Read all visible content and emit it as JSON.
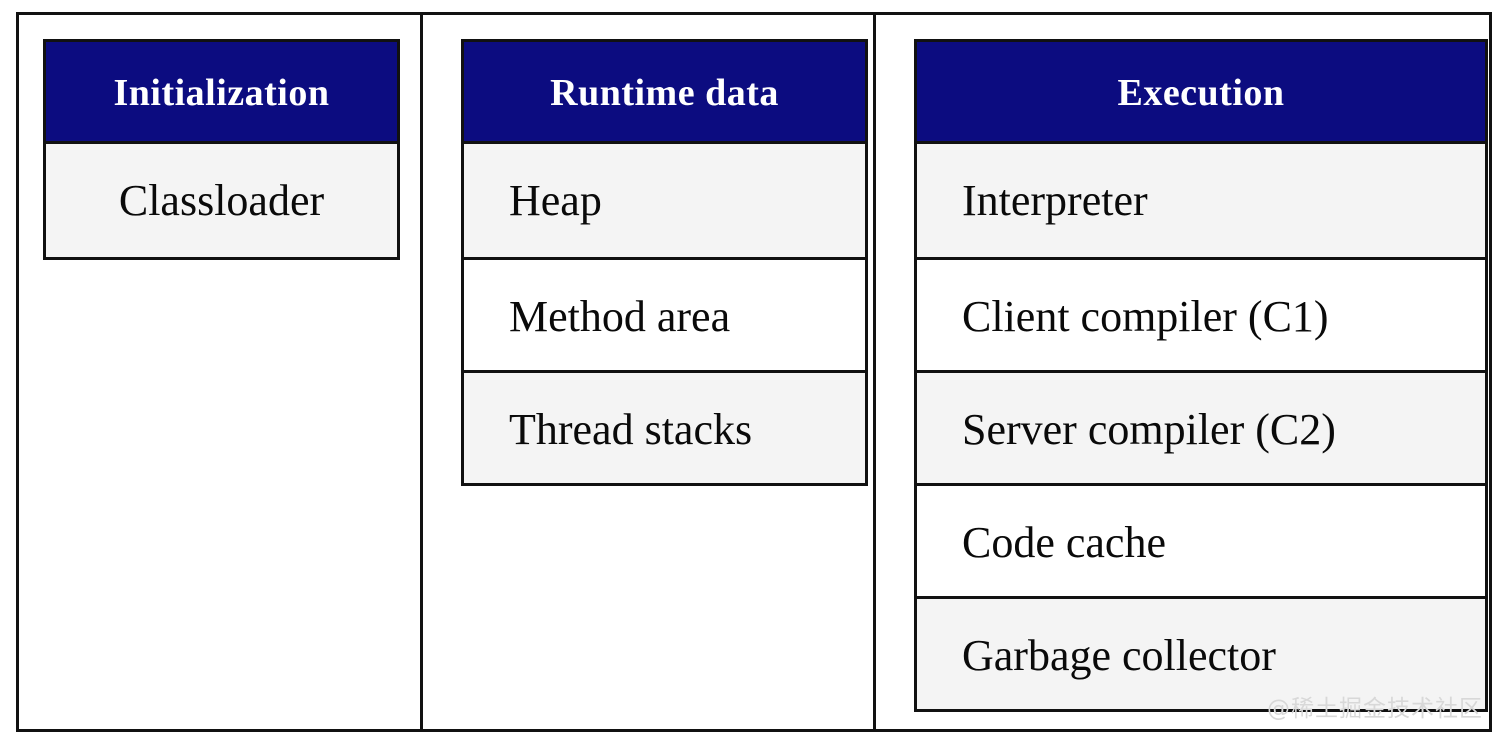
{
  "diagram": {
    "title": "JVM architecture component groups",
    "type": "column-table-diagram",
    "colors": {
      "header_background": "#0c0c80",
      "header_text": "#ffffff",
      "row_shade": "#f4f4f4",
      "row_plain": "#ffffff",
      "border": "#111111",
      "body_text": "#0a0a0a",
      "watermark_text": "#d8d8d8"
    },
    "columns": [
      {
        "id": "initialization",
        "header": "Initialization",
        "align": "center",
        "rows": [
          {
            "label": "Classloader",
            "shaded": true
          }
        ]
      },
      {
        "id": "runtime-data",
        "header": "Runtime data",
        "align": "left",
        "rows": [
          {
            "label": "Heap",
            "shaded": true
          },
          {
            "label": "Method area",
            "shaded": false
          },
          {
            "label": "Thread stacks",
            "shaded": true
          }
        ]
      },
      {
        "id": "execution",
        "header": "Execution",
        "align": "left",
        "rows": [
          {
            "label": "Interpreter",
            "shaded": true
          },
          {
            "label": "Client compiler (C1)",
            "shaded": false
          },
          {
            "label": "Server compiler (C2)",
            "shaded": true
          },
          {
            "label": "Code cache",
            "shaded": false
          },
          {
            "label": "Garbage collector",
            "shaded": true
          }
        ]
      }
    ]
  },
  "watermark": {
    "text": "@稀土掘金技术社区"
  }
}
